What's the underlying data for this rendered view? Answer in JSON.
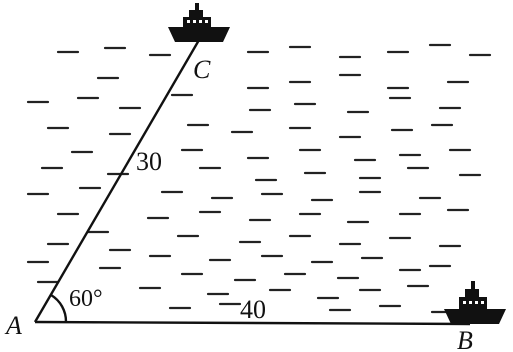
{
  "points": {
    "A": "A",
    "B": "B",
    "C": "C"
  },
  "lengths": {
    "AC": "30",
    "AB": "40"
  },
  "angle_A": "60°",
  "icons": {
    "ship_top": "ship-icon",
    "ship_right": "ship-icon"
  }
}
